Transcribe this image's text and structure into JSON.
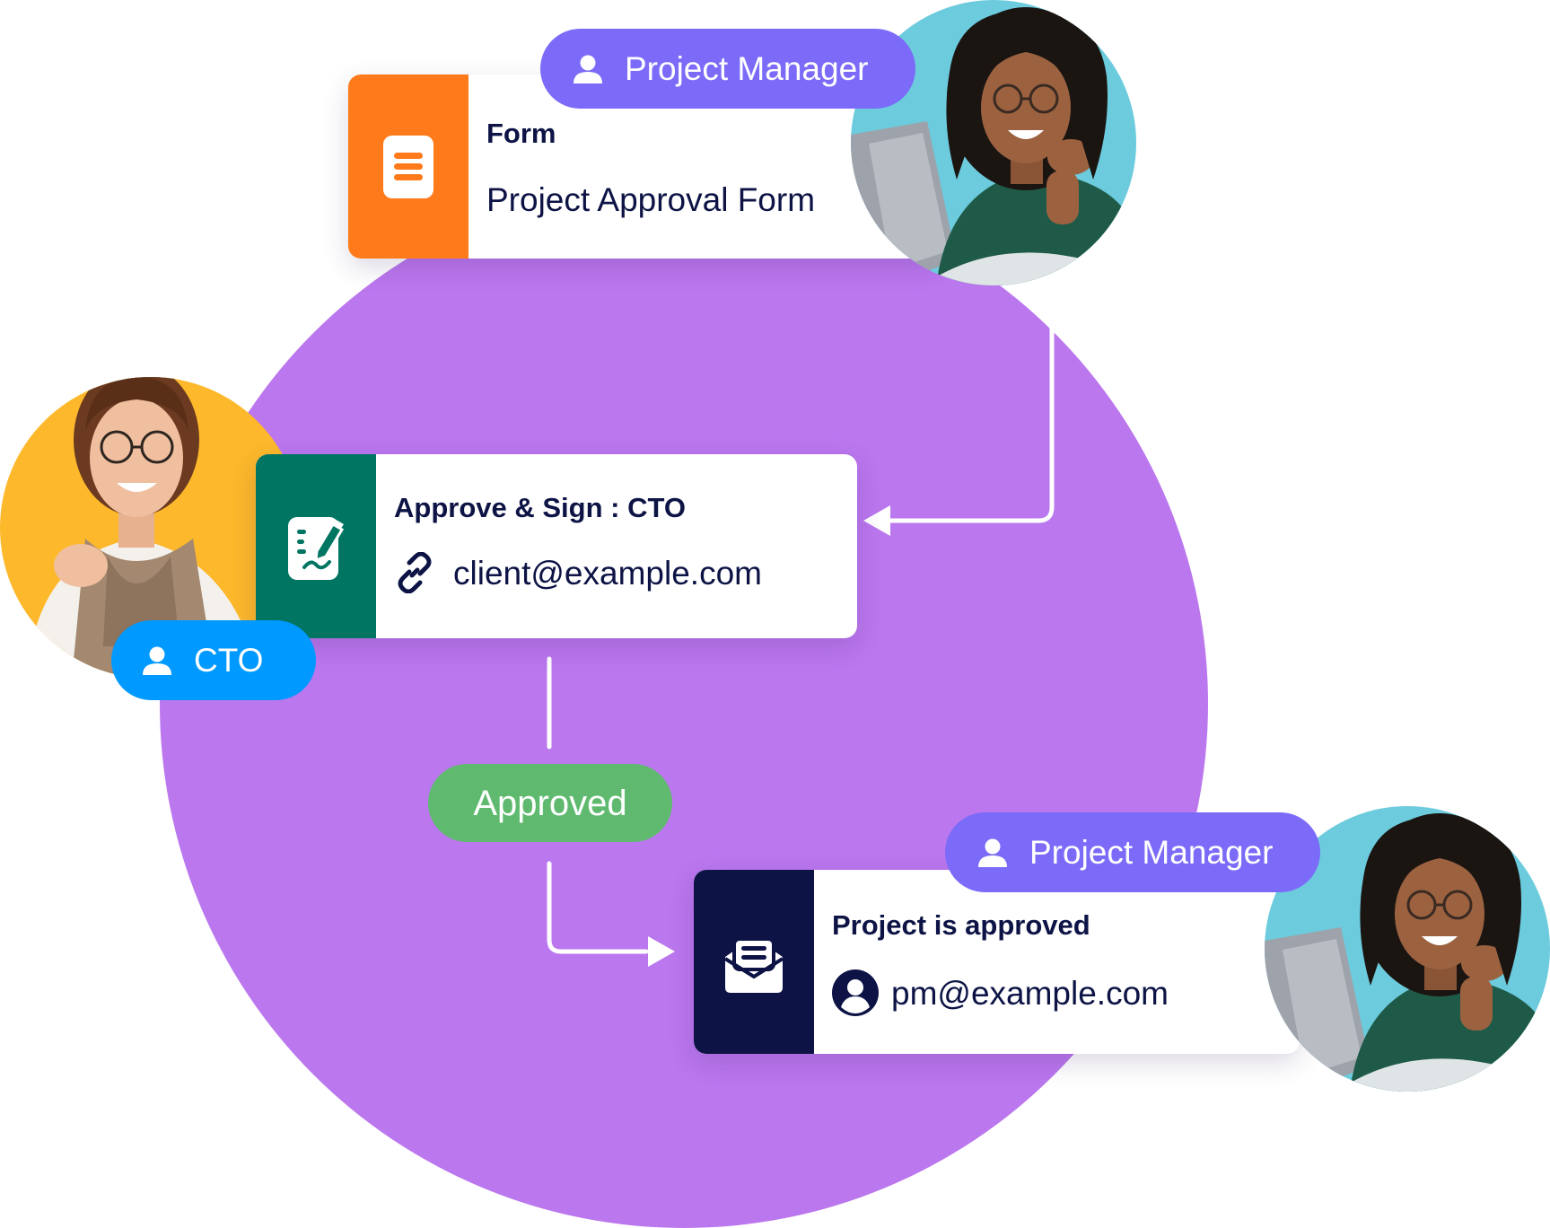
{
  "colors": {
    "background_circle": "#bb77ee",
    "form_orange": "#ff7a1a",
    "sign_green": "#007561",
    "email_navy": "#0d1445",
    "pm_purple": "#7b6bf8",
    "cto_blue": "#0099ff",
    "approved_green": "#5fba6f",
    "avatar_teal": "#6ccbdd",
    "avatar_yellow": "#fdb82b",
    "connector": "#ffffff"
  },
  "form_step": {
    "title": "Form",
    "subtitle": "Project Approval Form",
    "icon": "form-document-icon",
    "assignee_role": "Project Manager",
    "assignee_icon": "user-icon"
  },
  "sign_step": {
    "title": "Approve & Sign : CTO",
    "recipient": "client@example.com",
    "icon": "signature-document-icon",
    "recipient_icon": "link-icon",
    "assignee_role": "CTO",
    "assignee_icon": "user-icon"
  },
  "decision": {
    "label": "Approved"
  },
  "email_step": {
    "title": "Project is approved",
    "recipient": "pm@example.com",
    "icon": "envelope-icon",
    "recipient_icon": "user-circle-icon",
    "assignee_role": "Project Manager",
    "assignee_icon": "user-icon"
  }
}
